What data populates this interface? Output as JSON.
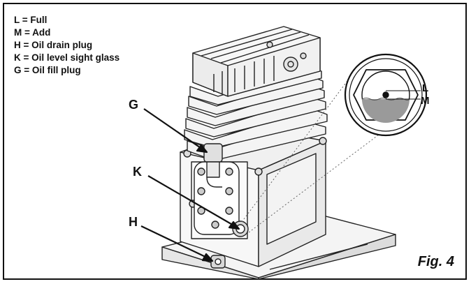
{
  "legend": [
    "L = Full",
    "M = Add",
    "H = Oil drain plug",
    "K = Oil level sight glass",
    "G = Oil fill plug"
  ],
  "callouts": {
    "g": "G",
    "k": "K",
    "h": "H"
  },
  "sight_glass": {
    "full": "L",
    "add": "M"
  },
  "caption": "Fig. 4"
}
